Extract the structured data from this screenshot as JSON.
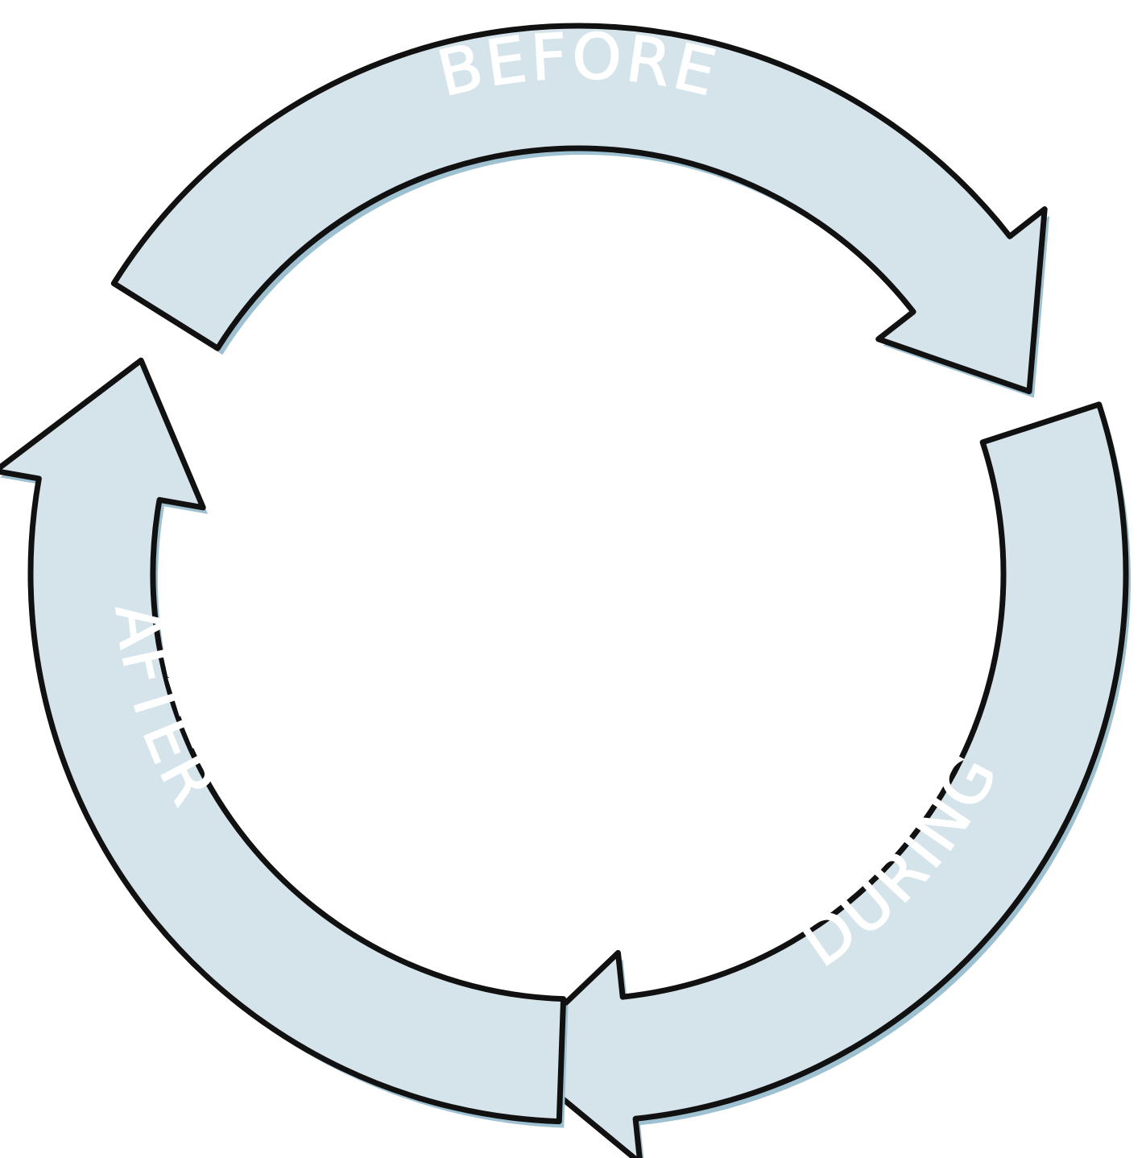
{
  "diagram": {
    "type": "cycle",
    "stages": [
      {
        "label": "BEFORE",
        "next": "DURING"
      },
      {
        "label": "DURING",
        "next": "AFTER"
      },
      {
        "label": "AFTER",
        "next": "BEFORE"
      }
    ],
    "colors": {
      "fill": "#d5e4eb",
      "shade": "#9ec1d1",
      "outline": "#111111",
      "text": "#ffffff"
    }
  }
}
